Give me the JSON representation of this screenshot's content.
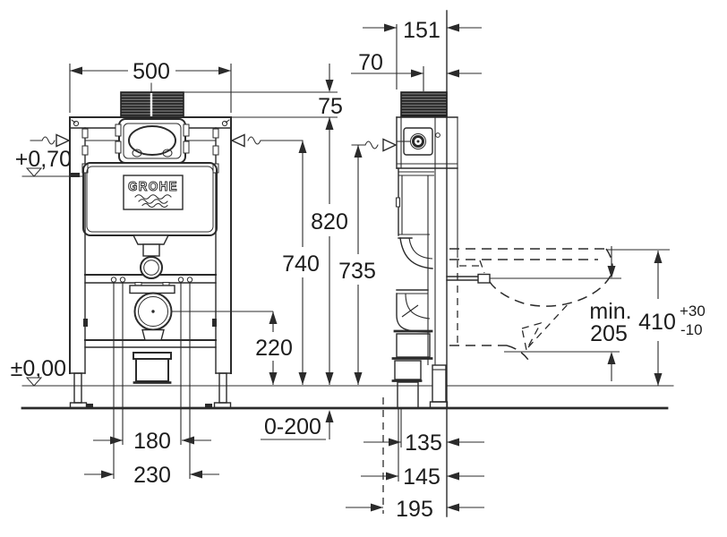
{
  "logo": {
    "brand": "GROHE"
  },
  "levels": {
    "upper": "+0,70",
    "zero": "±0,00"
  },
  "dims": {
    "front": {
      "width": "500",
      "actuator": "75",
      "frame_height": "820",
      "plate_center": "740",
      "supply_side": "735",
      "outlet_center": "220",
      "bolts_inner": "180",
      "bolts_outer": "230",
      "floor_buildup": "0-200"
    },
    "side": {
      "depth": "151",
      "front_offset": "70",
      "outlet_a": "135",
      "outlet_b": "145",
      "outlet_c": "195",
      "bowl_min_label": "min.",
      "bowl_min_value": "205",
      "bowl_height": "410",
      "bowl_tol_plus": "+30",
      "bowl_tol_minus": "-10"
    }
  },
  "colors": {
    "line": "#2b2b2b",
    "background": "#ffffff",
    "hatch_dark": "#1d1d1d",
    "hatch_mid": "#6f6f6f"
  }
}
